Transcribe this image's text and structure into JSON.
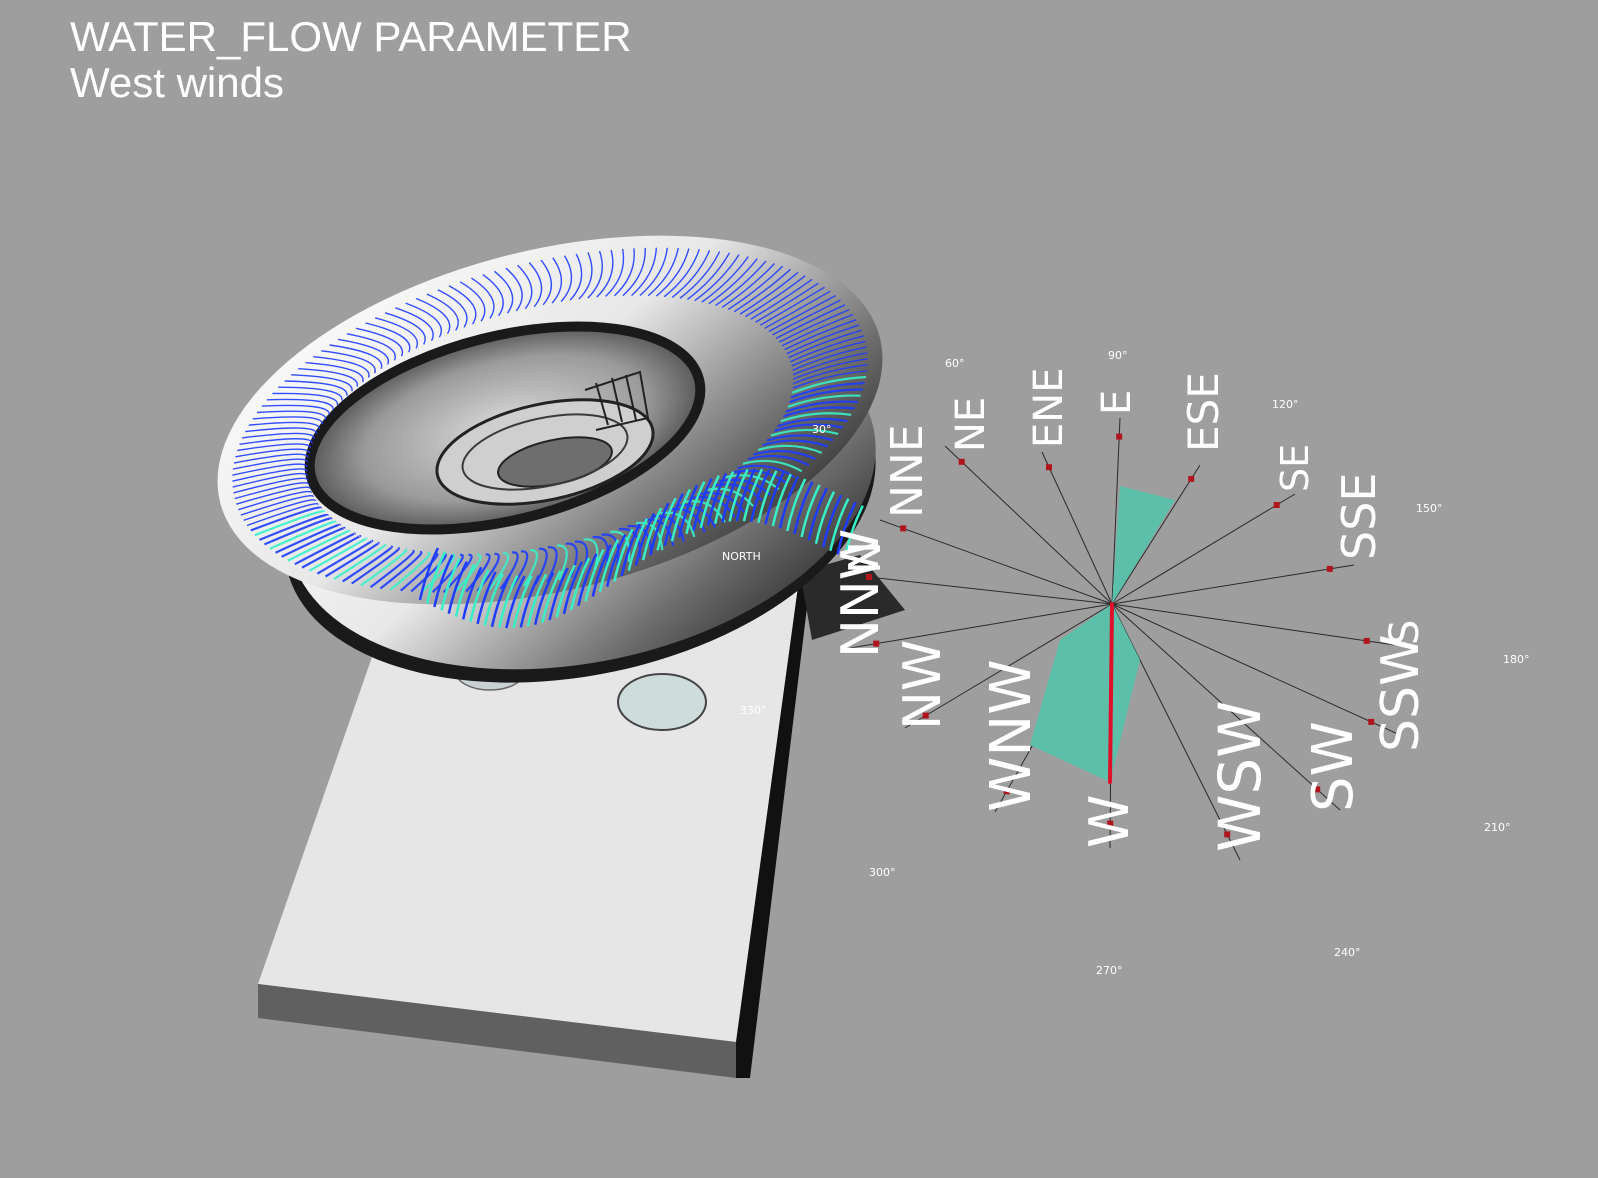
{
  "header": {
    "title": "WATER_FLOW PARAMETER",
    "subtitle": "West winds"
  },
  "model": {
    "north_marker": "NORTH"
  },
  "compass": {
    "directions": [
      "E",
      "ESE",
      "SE",
      "SSE",
      "S",
      "SSW",
      "SW",
      "WSW",
      "W",
      "WNW",
      "NW",
      "NNW",
      "N",
      "NNE",
      "NE",
      "ENE"
    ],
    "degree_labels": [
      "90°",
      "120°",
      "150°",
      "180°",
      "210°",
      "240°",
      "270°",
      "300°",
      "330°",
      "30°",
      "60°"
    ],
    "dominant_direction": "W"
  },
  "colors": {
    "background": "#9e9e9e",
    "rose_fill": "#5bbfaa",
    "wind_vector": "#e0102a",
    "streamline_blue": "#1e3cff",
    "streamline_cyan": "#38f0c8",
    "text": "#ffffff"
  }
}
